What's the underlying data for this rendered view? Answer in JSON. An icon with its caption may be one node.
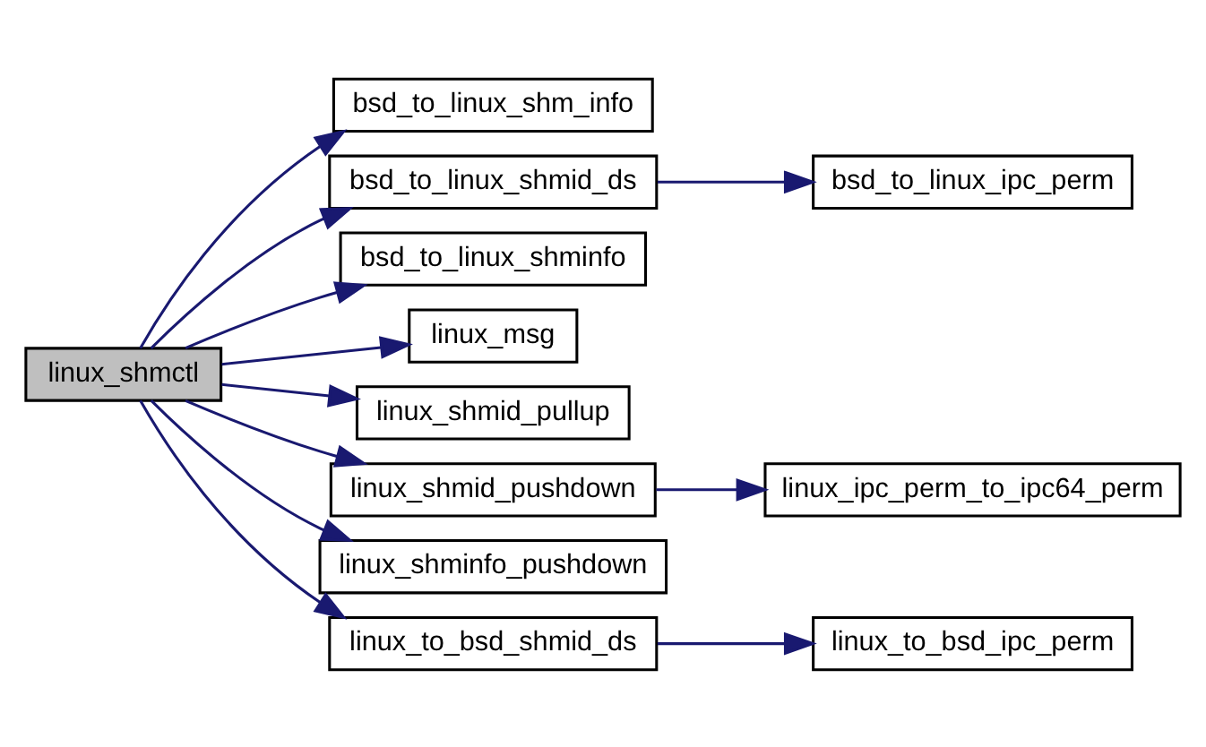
{
  "diagram": {
    "nodes": [
      {
        "text": [
          "linux_shmctl"
        ]
      },
      {
        "text": [
          "bsd_to_linux_shm_info"
        ]
      },
      {
        "text": [
          "bsd_to_linux_shmid_ds"
        ]
      },
      {
        "text": [
          "bsd_to_linux_ipc_perm"
        ]
      },
      {
        "text": [
          "bsd_to_linux_shminfo"
        ]
      },
      {
        "text": [
          "linux_msg"
        ]
      },
      {
        "text": [
          "linux_shmid_pullup"
        ]
      },
      {
        "text": [
          "linux_shmid_pushdown"
        ]
      },
      {
        "text": [
          "linux_ipc_perm_to_ipc64_perm"
        ]
      },
      {
        "text": [
          "linux_shminfo_pushdown"
        ]
      },
      {
        "text": [
          "linux_to_bsd_shmid_ds"
        ]
      },
      {
        "text": [
          "linux_to_bsd_ipc_perm"
        ]
      }
    ],
    "edges": [
      {
        "from": 0,
        "to": 1,
        "arrow": "to"
      },
      {
        "from": 0,
        "to": 2,
        "arrow": "to"
      },
      {
        "from": 2,
        "to": 3,
        "arrow": "to"
      },
      {
        "from": 0,
        "to": 4,
        "arrow": "to"
      },
      {
        "from": 0,
        "to": 5,
        "arrow": "to"
      },
      {
        "from": 0,
        "to": 6,
        "arrow": "to"
      },
      {
        "from": 0,
        "to": 7,
        "arrow": "to"
      },
      {
        "from": 7,
        "to": 8,
        "arrow": "to"
      },
      {
        "from": 0,
        "to": 9,
        "arrow": "to"
      },
      {
        "from": 0,
        "to": 10,
        "arrow": "to"
      },
      {
        "from": 10,
        "to": 11,
        "arrow": "to"
      }
    ]
  }
}
